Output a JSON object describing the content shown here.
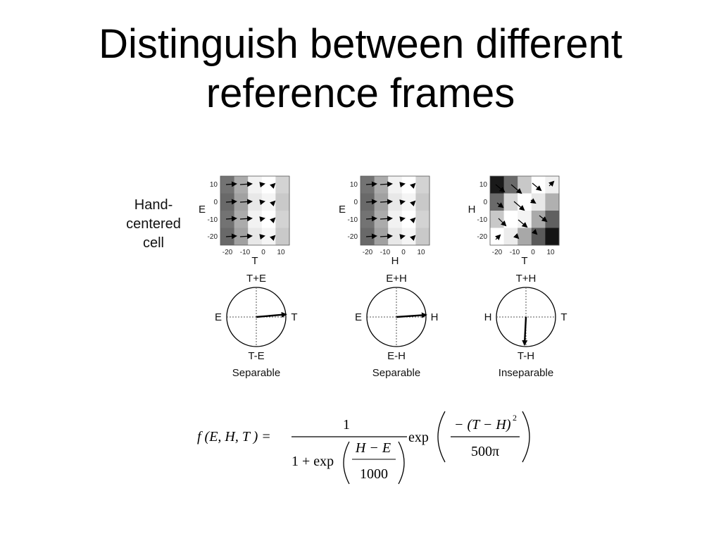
{
  "slide": {
    "title_line1": "Distinguish between different",
    "title_line2": "reference frames",
    "row_label_lines": [
      "Hand-",
      "centered",
      "cell"
    ]
  },
  "panels": [
    {
      "id": "te",
      "y_axis_label": "E",
      "x_axis_label": "T",
      "y_ticks": [
        "10",
        "0",
        "-10",
        "-20"
      ],
      "x_ticks": [
        "-20",
        "-10",
        "0",
        "10"
      ],
      "column_grays": [
        "#6e6e6e",
        "#a8a8a8",
        "#f2f2f2",
        "#ffffff",
        "#d2d2d2"
      ],
      "diag": {
        "top": "T+E",
        "bottom": "T-E",
        "left": "E",
        "right": "T",
        "vector_angle_deg": 5,
        "vector_magnitude": 1.0,
        "caption": "Separable"
      }
    },
    {
      "id": "he",
      "y_axis_label": "E",
      "x_axis_label": "H",
      "y_ticks": [
        "10",
        "0",
        "-10",
        "-20"
      ],
      "x_ticks": [
        "-20",
        "-10",
        "0",
        "10"
      ],
      "column_grays": [
        "#6e6e6e",
        "#a8a8a8",
        "#f2f2f2",
        "#ffffff",
        "#d2d2d2"
      ],
      "diag": {
        "top": "E+H",
        "bottom": "E-H",
        "left": "E",
        "right": "H",
        "vector_angle_deg": 4,
        "vector_magnitude": 1.0,
        "caption": "Separable"
      }
    },
    {
      "id": "th",
      "y_axis_label": "H",
      "x_axis_label": "T",
      "y_ticks": [
        "10",
        "0",
        "-10",
        "-20"
      ],
      "x_ticks": [
        "-20",
        "-10",
        "0",
        "10"
      ],
      "cell_grays": [
        [
          "#1a1a1a",
          "#6a6a6a",
          "#c8c8c8",
          "#ffffff",
          "#f0f0f0"
        ],
        [
          "#6a6a6a",
          "#d6d6d6",
          "#ffffff",
          "#e8e8e8",
          "#b0b0b0"
        ],
        [
          "#c8c8c8",
          "#ffffff",
          "#f4f4f4",
          "#aaaaaa",
          "#606060"
        ],
        [
          "#ffffff",
          "#ececec",
          "#a8a8a8",
          "#5a5a5a",
          "#141414"
        ]
      ],
      "diag": {
        "top": "T+H",
        "bottom": "T-H",
        "left": "H",
        "right": "T",
        "vector_angle_deg": -93,
        "vector_magnitude": 0.93,
        "caption": "Inseparable"
      }
    }
  ],
  "formula": {
    "lhs": "f (E, H, T ) =",
    "numerator": "1",
    "denominator_prefix": "1 + exp",
    "inner_num": "H − E",
    "inner_den": "1000",
    "exp_label": "exp",
    "second_num": "− (T − H)",
    "second_num_sup": "2",
    "second_den": "500π"
  }
}
